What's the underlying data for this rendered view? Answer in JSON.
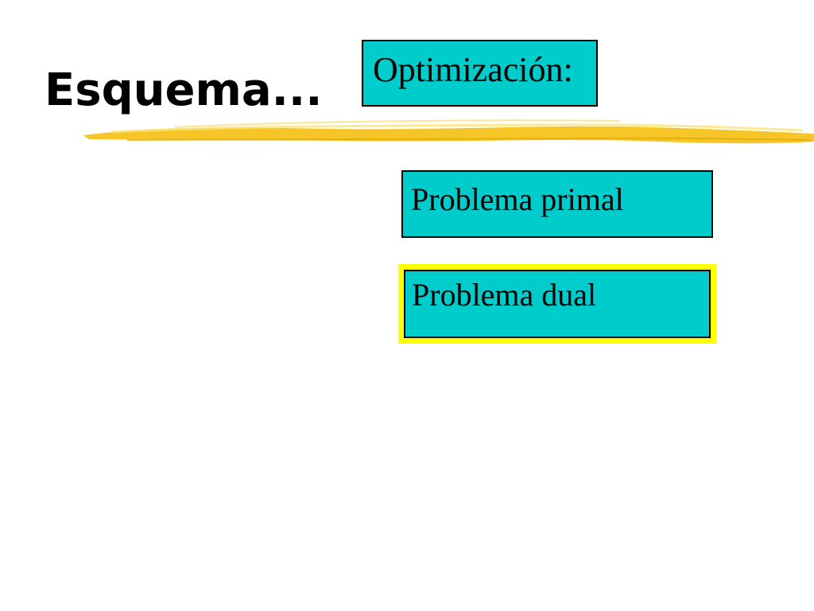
{
  "slide": {
    "title": "Esquema...",
    "header_box": {
      "label": "Optimización:"
    },
    "items": [
      {
        "label": "Problema primal",
        "highlighted": false
      },
      {
        "label": "Problema dual",
        "highlighted": true
      }
    ]
  },
  "colors": {
    "box_fill": "#00cccc",
    "highlight_border": "#ffff00",
    "brush_stroke": "#f5c21b",
    "text": "#000000",
    "background": "#ffffff"
  }
}
